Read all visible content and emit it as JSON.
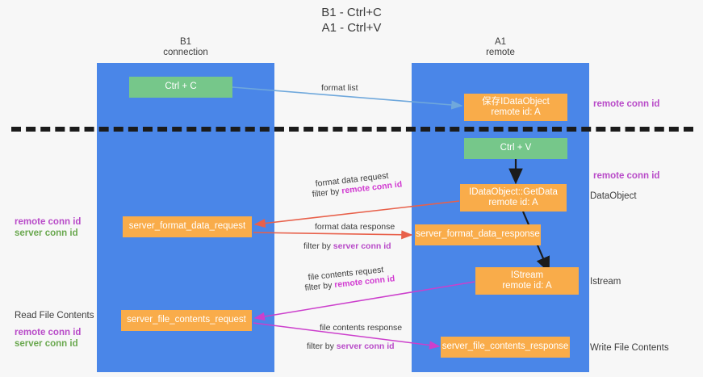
{
  "title": {
    "line1": "B1 - Ctrl+C",
    "line2": "A1 - Ctrl+V"
  },
  "columns": [
    {
      "id": "b1",
      "name": "B1",
      "role": "connection"
    },
    {
      "id": "a1",
      "name": "A1",
      "role": "remote"
    }
  ],
  "nodes": [
    {
      "id": "ctrl-c",
      "column": "b1",
      "color": "#76c78a",
      "label": "Ctrl + C",
      "sub": ""
    },
    {
      "id": "store-idataobject",
      "column": "a1",
      "color": "#f9ac4a",
      "label": "保存IDataObject",
      "sub": "remote id: A"
    },
    {
      "id": "ctrl-v",
      "column": "a1",
      "color": "#76c78a",
      "label": "Ctrl + V",
      "sub": ""
    },
    {
      "id": "idataobject-getdata",
      "column": "a1",
      "color": "#f9ac4a",
      "label": "IDataObject::GetData",
      "sub": "remote id: A"
    },
    {
      "id": "server-format-data-request",
      "column": "b1",
      "color": "#f9ac4a",
      "label": "server_format_data_request",
      "sub": ""
    },
    {
      "id": "server-format-data-response",
      "column": "a1",
      "color": "#f9ac4a",
      "label": "server_format_data_response",
      "sub": ""
    },
    {
      "id": "istream",
      "column": "a1",
      "color": "#f9ac4a",
      "label": "IStream",
      "sub": "remote id: A"
    },
    {
      "id": "server-file-contents-request",
      "column": "b1",
      "color": "#f9ac4a",
      "label": "server_file_contents_request",
      "sub": ""
    },
    {
      "id": "server-file-contents-response",
      "column": "a1",
      "color": "#f9ac4a",
      "label": "server_file_contents_response",
      "sub": ""
    }
  ],
  "edge_labels": {
    "format_list": "format list",
    "format_data_request": "format data request",
    "format_data_request_filter_prefix": "filter by ",
    "format_data_request_filter_key": "remote conn id",
    "format_data_response": "format data response",
    "format_data_response_filter_prefix": "filter by ",
    "format_data_response_filter_key": "server conn id",
    "file_contents_request": "file contents request",
    "file_contents_request_filter_prefix": "filter by ",
    "file_contents_request_filter_key": "remote conn id",
    "file_contents_response": "file contents response",
    "file_contents_response_filter_prefix": "filter by ",
    "file_contents_response_filter_key": "server conn id"
  },
  "side_labels": {
    "left_group_1": {
      "remote": "remote conn id",
      "server": "server conn id"
    },
    "left_group_2": {
      "heading": "Read File Contents",
      "remote": "remote conn id",
      "server": "server conn id"
    },
    "right_1": "remote conn id",
    "right_2": "remote conn id",
    "right_3": "DataObject",
    "right_4": "Istream",
    "right_5": "Write File Contents"
  },
  "colors": {
    "column_fill": "#4a86e8",
    "node_green": "#76c78a",
    "node_orange": "#f9ac4a",
    "divider": "#1b1b1b",
    "arrow_blue": "#6fa8dc",
    "arrow_red": "#e8604a",
    "arrow_magenta": "#cc3fcc",
    "arrow_black": "#1b1b1b",
    "text_remote_conn": "#b84ac8",
    "text_server_conn": "#6aa84f",
    "background": "#f7f7f7"
  }
}
